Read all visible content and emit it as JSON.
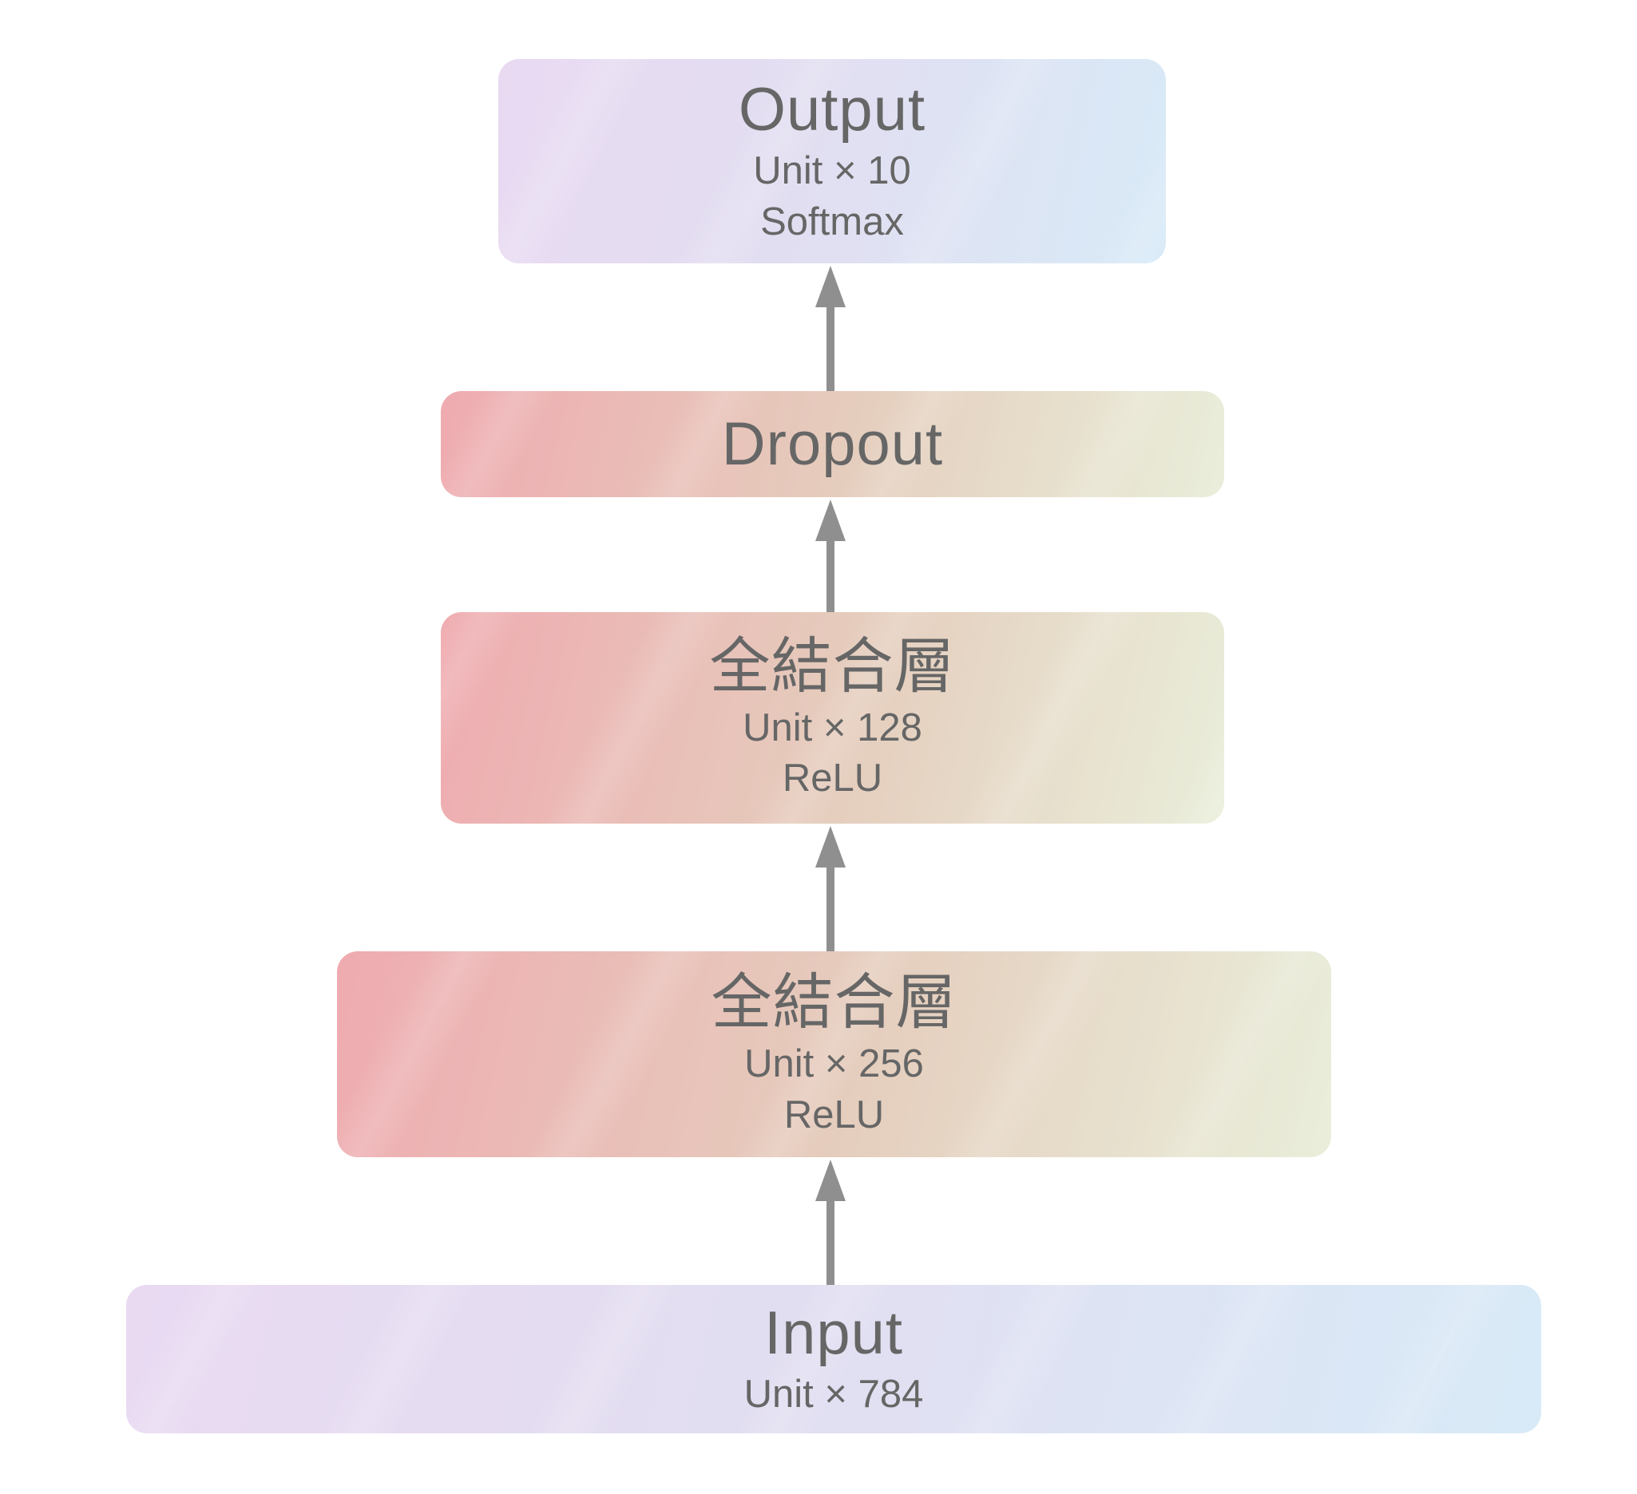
{
  "colors": {
    "background": "#ffffff",
    "text": "#666666",
    "arrow": "#8f8f8f",
    "warm_gradient": [
      "#efabb0",
      "#e5cdbd",
      "#e9eeda"
    ],
    "cool_gradient": [
      "#e9daf2",
      "#e2def1",
      "#d8eaf7"
    ]
  },
  "diagram": {
    "layers": [
      {
        "id": "output",
        "title": "Output",
        "lines": [
          "Unit × 10",
          "Softmax"
        ]
      },
      {
        "id": "dropout",
        "title": "Dropout",
        "lines": []
      },
      {
        "id": "fc128",
        "title": "全結合層",
        "lines": [
          "Unit × 128",
          "ReLU"
        ]
      },
      {
        "id": "fc256",
        "title": "全結合層",
        "lines": [
          "Unit × 256",
          "ReLU"
        ]
      },
      {
        "id": "input",
        "title": "Input",
        "lines": [
          "Unit × 784"
        ]
      }
    ]
  }
}
